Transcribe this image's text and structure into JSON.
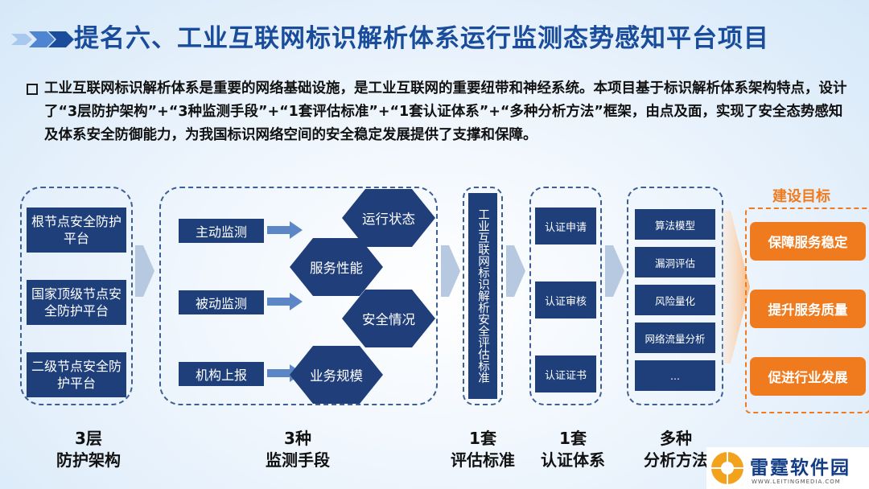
{
  "title": "提名六、工业互联网标识解析体系运行监测态势感知平台项目",
  "intro": "工业互联网标识解析体系是重要的网络基础设施，是工业互联网的重要纽带和神经系统。本项目基于标识解析体系架构特点，设计了“3层防护架构”+“3种监测手段”+“1套评估标准”+“1套认证体系”+“多种分析方法”框架，由点及面，实现了安全态势感知及体系安全防御能力，为我国标识网络空间的安全稳定发展提供了支撑和保障。",
  "tiers": [
    "根节点安全防护平台",
    "国家顶级节点安全防护平台",
    "二级节点安全防护平台"
  ],
  "monitor_methods": [
    "主动监测",
    "被动监测",
    "机构上报"
  ],
  "monitor_targets": [
    "运行状态",
    "服务性能",
    "安全情况",
    "业务规模"
  ],
  "standard": "工业互联网标识解析安全评估标准",
  "certification": [
    "认证申请",
    "认证审核",
    "认证证书"
  ],
  "analysis_methods": [
    "算法模型",
    "漏洞评估",
    "风险量化",
    "网络流量分析",
    "..."
  ],
  "goals_title": "建设目标",
  "goals": [
    "保障服务稳定",
    "提升服务质量",
    "促进行业发展"
  ],
  "captions": {
    "c1_a": "3层",
    "c1_b": "防护架构",
    "c2_a": "3种",
    "c2_b": "监测手段",
    "c3_a": "1套",
    "c3_b": "评估标准",
    "c4_a": "1套",
    "c4_b": "认证体系",
    "c5_a": "多种",
    "c5_b": "分析方法"
  },
  "watermark": {
    "name": "雷霆软件园",
    "url": "WWW.LEITINGMEDIA.COM"
  },
  "colors": {
    "title": "#1a4c9c",
    "box": "#1e3f7a",
    "goal": "#f07b1f",
    "dash": "#3d5f93"
  }
}
